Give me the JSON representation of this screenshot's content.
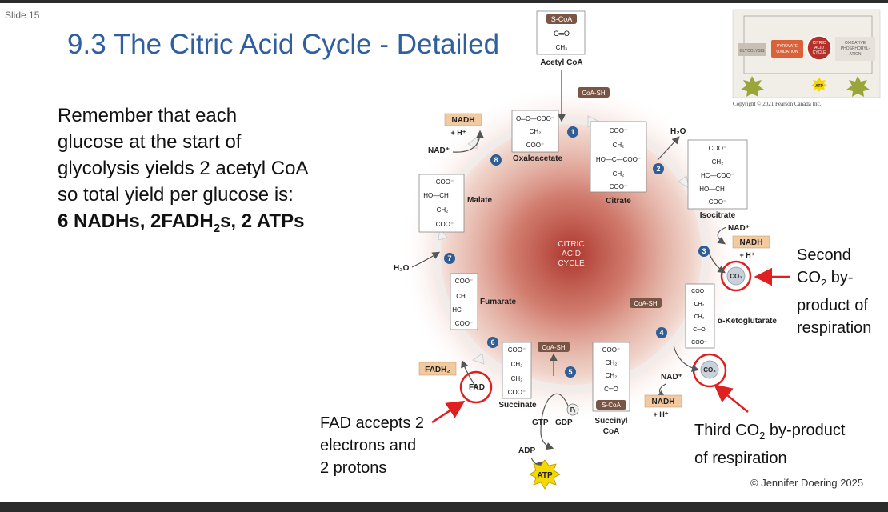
{
  "slide": {
    "number_label": "Slide 15",
    "title": "9.3 The Citric Acid Cycle - Detailed",
    "body_lines": [
      "Remember that each",
      "glucose at the start of",
      "glycolysis yields 2 acetyl CoA",
      "so total yield per glucose is:"
    ],
    "body_bold_parts": [
      "6 NADHs, 2FADH",
      "2",
      "s, 2 ATPs"
    ],
    "callout_second_co2": [
      "Second",
      "CO",
      "2",
      " by-",
      "product of",
      "respiration"
    ],
    "callout_third_co2": [
      "Third CO",
      "2",
      " by-product",
      "of respiration"
    ],
    "callout_fad": [
      "FAD accepts 2",
      "electrons and",
      "2 protons"
    ],
    "copyright": "© Jennifer Doering 2025"
  },
  "inset": {
    "labels": [
      "GLYCOLYSIS",
      "PYRUVATE",
      "OXIDATION",
      "CITRIC",
      "ACID",
      "CYCLE",
      "OXIDATIVE",
      "PHOSPHORYL-",
      "ATION",
      "ATP"
    ],
    "copyright": "Copyright © 2021 Pearson Canada Inc."
  },
  "diagram": {
    "center_label": [
      "CITRIC",
      "ACID",
      "CYCLE"
    ],
    "acetyl_coa": {
      "lines": [
        "S-CoA",
        "C═O",
        "CH₃"
      ],
      "label": "Acetyl CoA"
    },
    "coa_sh": "CoA-SH",
    "steps": [
      "1",
      "2",
      "3",
      "4",
      "5",
      "6",
      "7",
      "8"
    ],
    "molecules": {
      "oxaloacetate": {
        "lines": [
          "O═C—COO⁻",
          "CH₂",
          "COO⁻"
        ],
        "label": "Oxaloacetate"
      },
      "citrate": {
        "lines": [
          "COO⁻",
          "CH₂",
          "HO—C—COO⁻",
          "CH₂",
          "COO⁻"
        ],
        "label": "Citrate"
      },
      "isocitrate": {
        "lines": [
          "COO⁻",
          "CH₂",
          "HC—COO⁻",
          "HO—CH",
          "COO⁻"
        ],
        "label": "Isocitrate"
      },
      "ketoglutarate": {
        "lines": [
          "COO⁻",
          "CH₂",
          "CH₂",
          "C═O",
          "COO⁻"
        ],
        "label": "α-Ketoglutarate"
      },
      "succinyl_coa": {
        "lines": [
          "COO⁻",
          "CH₂",
          "CH₂",
          "C═O",
          "S-CoA"
        ],
        "label": [
          "Succinyl",
          "CoA"
        ]
      },
      "succinate": {
        "lines": [
          "COO⁻",
          "CH₂",
          "CH₂",
          "COO⁻"
        ],
        "label": "Succinate"
      },
      "fumarate": {
        "lines": [
          "COO⁻",
          "CH",
          "HC",
          "COO⁻"
        ],
        "label": "Fumarate"
      },
      "malate": {
        "lines": [
          "COO⁻",
          "HO—CH",
          "CH₂",
          "COO⁻"
        ],
        "label": "Malate"
      }
    },
    "cofactors": {
      "nadh": "NADH",
      "nad_plus": "NAD⁺",
      "h_plus": "+ H⁺",
      "h2o": "H₂O",
      "co2": "CO₂",
      "fadh2": "FADH₂",
      "fad": "FAD",
      "gtp": "GTP",
      "gdp": "GDP",
      "adp": "ADP",
      "atp": "ATP",
      "pi": "Pᵢ"
    }
  },
  "colors": {
    "title": "#2f5f9e",
    "tag_brown": "#7a5544",
    "tag_tan": "#f3c9a0",
    "step_blue": "#2e5e95",
    "highlight_red": "#e02020",
    "atp_yellow": "#f5d800",
    "cycle_glow": "#b0322a"
  }
}
